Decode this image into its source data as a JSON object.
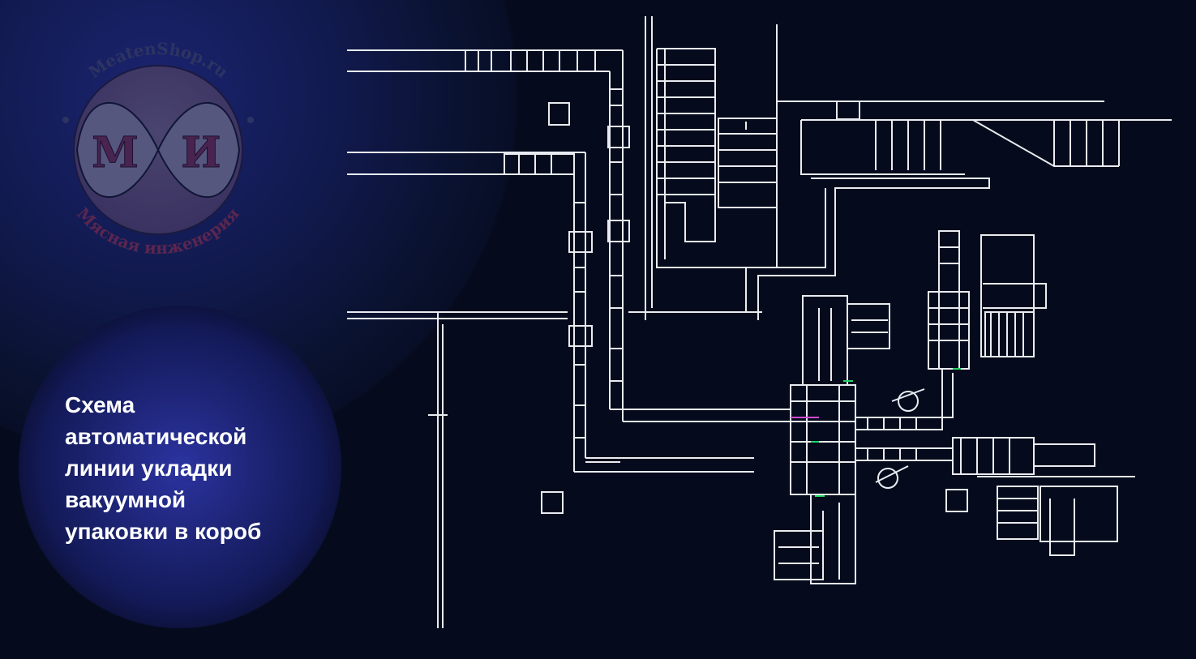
{
  "logo": {
    "top_text": "MeatenShop.ru",
    "bottom_text": "Мясная инженерия",
    "letters": "М И"
  },
  "title": {
    "lines": [
      "Схема",
      "автоматической",
      "линии укладки",
      "вакуумной",
      "упаковки в короб"
    ]
  },
  "colors": {
    "background": "#050b1c",
    "accent": "#2b33a0",
    "logo_letters": "#4a2450"
  }
}
